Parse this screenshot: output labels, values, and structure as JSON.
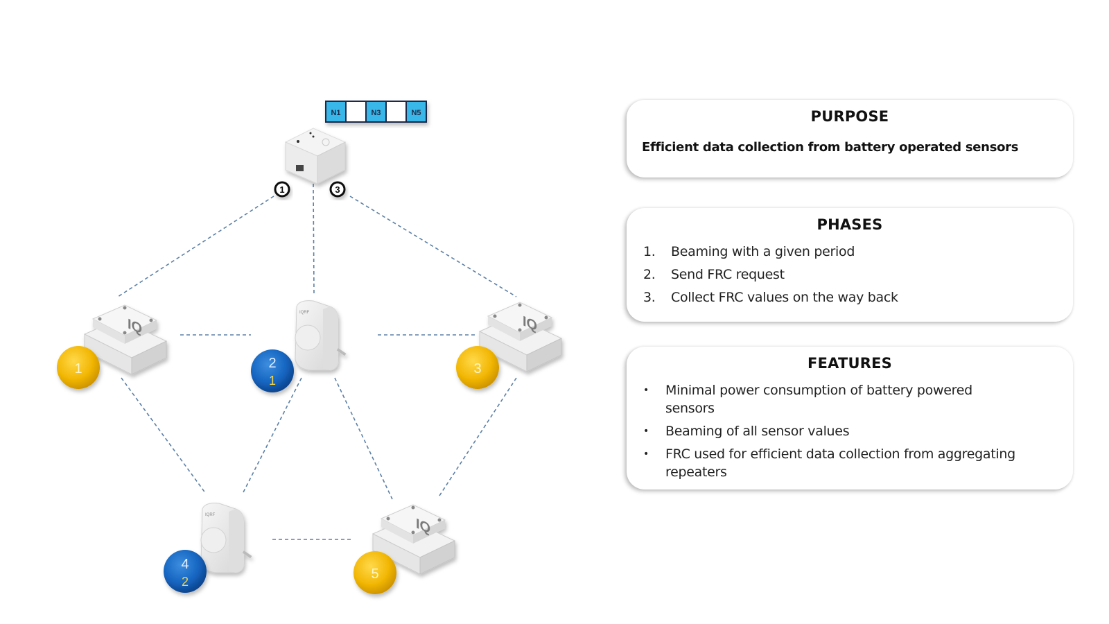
{
  "colors": {
    "dashed_link": "#5b7fa6",
    "sensor_badge": "#f2b705",
    "repeater_badge": "#1565c0",
    "repeater_badge_secondary_digit": "#f5d547",
    "frc_cell_filled": "#39b7e8",
    "frc_cell_border": "#1a2a4a"
  },
  "diagram": {
    "frc_register": {
      "cells": [
        {
          "label": "N1",
          "filled": true
        },
        {
          "label": "",
          "filled": false
        },
        {
          "label": "N3",
          "filled": true
        },
        {
          "label": "",
          "filled": false
        },
        {
          "label": "N5",
          "filled": true
        }
      ]
    },
    "coordinator": {
      "icon": "coordinator-gateway-icon"
    },
    "phase_markers": [
      {
        "label": "1"
      },
      {
        "label": "3"
      }
    ],
    "nodes": [
      {
        "id": "node-1",
        "type": "sensor",
        "badge_primary": "1",
        "badge_secondary": ""
      },
      {
        "id": "node-2",
        "type": "repeater",
        "badge_primary": "2",
        "badge_secondary": "1"
      },
      {
        "id": "node-3",
        "type": "sensor",
        "badge_primary": "3",
        "badge_secondary": ""
      },
      {
        "id": "node-4",
        "type": "repeater",
        "badge_primary": "4",
        "badge_secondary": "2"
      },
      {
        "id": "node-5",
        "type": "sensor",
        "badge_primary": "5",
        "badge_secondary": ""
      }
    ],
    "device_labels": {
      "sensor_brand": "IQ",
      "device_tag": "IQRF"
    }
  },
  "panels": {
    "purpose": {
      "title": "PURPOSE",
      "text": "Efficient data collection from battery operated sensors"
    },
    "phases": {
      "title": "PHASES",
      "items": [
        {
          "num": "1.",
          "text": "Beaming with a given period"
        },
        {
          "num": "2.",
          "text": "Send FRC request"
        },
        {
          "num": "3.",
          "text": "Collect FRC values on the way back"
        }
      ]
    },
    "features": {
      "title": "FEATURES",
      "items": [
        {
          "bullet": "•",
          "text": "Minimal power consumption of battery powered sensors"
        },
        {
          "bullet": "•",
          "text": "Beaming of all sensor values"
        },
        {
          "bullet": "•",
          "text": "FRC used  for efficient data collection from aggregating repeaters"
        }
      ]
    }
  }
}
